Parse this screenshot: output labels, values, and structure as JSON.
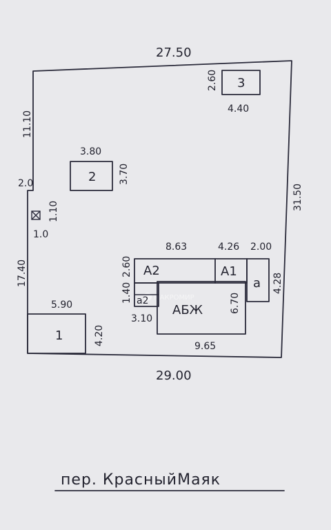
{
  "plot": {
    "dim_top": "27.50",
    "dim_left_upper": "11.10",
    "dim_left_step": "2.0",
    "dim_left_lower": "17.40",
    "dim_right": "31.50",
    "dim_bottom": "29.00"
  },
  "buildings": {
    "b1": {
      "label": "1",
      "dim_w": "5.90",
      "dim_h": "4.20"
    },
    "b2": {
      "label": "2",
      "dim_w": "3.80",
      "dim_h": "3.70"
    },
    "b3": {
      "label": "3",
      "dim_w": "4.40",
      "dim_h": "2.60"
    },
    "a2": {
      "label": "А2",
      "dim_w": "8.63",
      "dim_h": "2.60"
    },
    "a1": {
      "label": "А1",
      "dim_w": "4.26"
    },
    "a": {
      "label": "а",
      "dim_w": "2.00",
      "dim_h": "4.28"
    },
    "abzh": {
      "label": "АБЖ",
      "dim_w": "9.65",
      "dim_h": "6.70",
      "dim_left": "3.10"
    },
    "small": {
      "label": "а2",
      "dim_h": "1.40"
    }
  },
  "well": {
    "dim_w": "1.0",
    "dim_h": "1.10"
  },
  "street": "пер. КрасныйМаяк",
  "watermark": "МАКРОМИР"
}
